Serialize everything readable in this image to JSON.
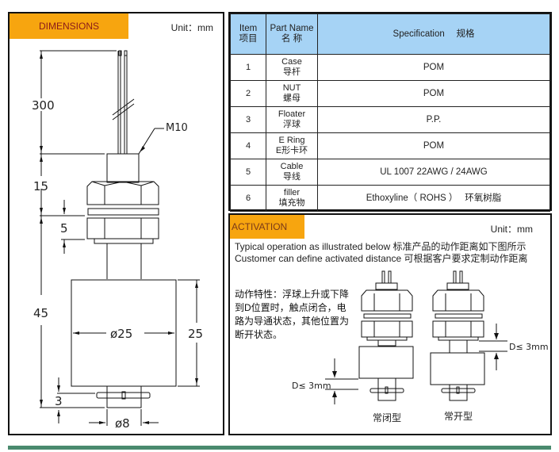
{
  "dimensions": {
    "title": "DIMENSIONS",
    "unit": "Unit：mm",
    "labels": {
      "cable_length": "300",
      "thread": "M10",
      "top_length": "15",
      "nut_height": "5",
      "overall_length": "45",
      "float_diameter": "ø25",
      "float_height": "25",
      "ering_offset": "3",
      "stem_diameter": "ø8"
    }
  },
  "spec_table": {
    "headers": {
      "item_en": "Item",
      "item_cn": "项目",
      "part_en": "Part Name",
      "part_cn": "名 称",
      "spec": "Specification　 规格"
    },
    "rows": [
      {
        "item": "1",
        "part_en": "Case",
        "part_cn": "导杆",
        "spec": "POM"
      },
      {
        "item": "2",
        "part_en": "NUT",
        "part_cn": "螺母",
        "spec": "POM"
      },
      {
        "item": "3",
        "part_en": "Floater",
        "part_cn": "浮球",
        "spec": "P.P."
      },
      {
        "item": "4",
        "part_en": "E Ring",
        "part_cn": "E形卡环",
        "spec": "POM"
      },
      {
        "item": "5",
        "part_en": "Cable",
        "part_cn": "导线",
        "spec": "UL 1007  22AWG / 24AWG"
      },
      {
        "item": "6",
        "part_en": "filler",
        "part_cn": "填充物",
        "spec": "Ethoxyline（ ROHS ）　 环氧树脂"
      }
    ]
  },
  "activation": {
    "title": "ACTIVATION",
    "unit": "Unit：mm",
    "line1": "Typical operation as illustrated below 标准产品的动作距离如下图所示",
    "line2": "Customer can define activated distance 可根据客户要求定制动作距离",
    "note": "动作特性：浮球上升或下降到D位置时，触点闭合，电路为导通状态，其他位置为断开状态。",
    "d_label_left": "D≤ 3mm",
    "d_label_right": "D≤ 3mm",
    "caption_nc": "常闭型",
    "caption_no": "常开型"
  },
  "colors": {
    "tag_orange": "#f7a50f",
    "header_blue": "#a6d3f5",
    "bottom_bar_green": "#4a8a6e"
  }
}
